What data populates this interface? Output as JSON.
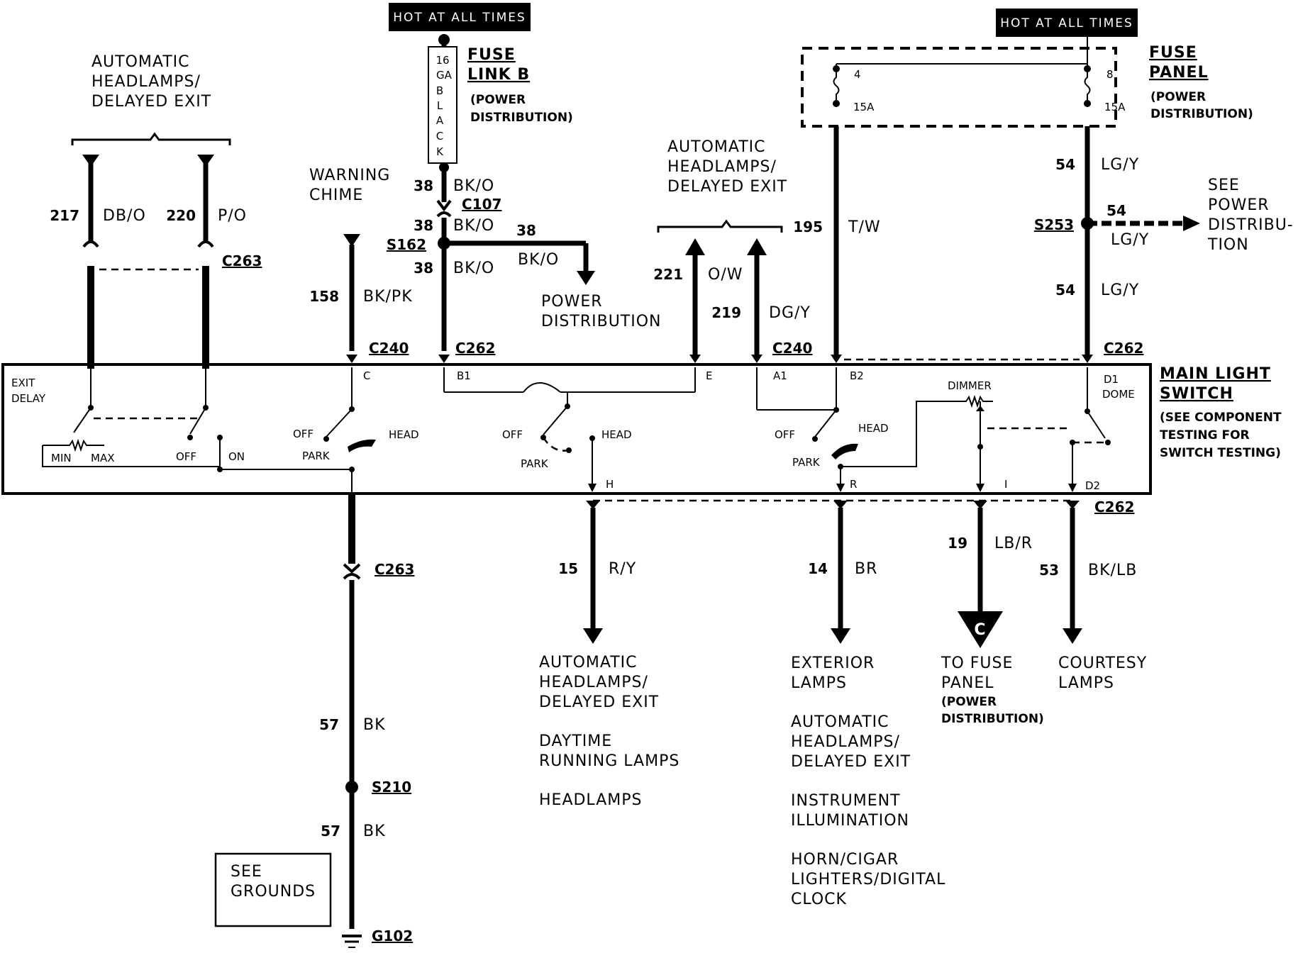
{
  "hot_at_all_times": [
    "HOT AT ALL TIMES",
    "HOT AT ALL TIMES"
  ],
  "fuse_link": {
    "gauge_chars": [
      "16",
      "GA",
      "B",
      "L",
      "A",
      "C",
      "K"
    ],
    "name_line1": "FUSE",
    "name_line2": "LINK B",
    "note_line1": "(POWER",
    "note_line2": "DISTRIBUTION)"
  },
  "fuse_panel": {
    "name_line1": "FUSE",
    "name_line2": "PANEL",
    "note_line1": "(POWER",
    "note_line2": "DISTRIBUTION)",
    "fuse_left_num": "4",
    "fuse_left_amp": "15A",
    "fuse_right_num": "8",
    "fuse_right_amp": "15A"
  },
  "component_labels": {
    "auto_headlamps_left": [
      "AUTOMATIC",
      "HEADLAMPS/",
      "DELAYED EXIT"
    ],
    "warning_chime": [
      "WARNING",
      "CHIME"
    ],
    "auto_headlamps_mid": [
      "AUTOMATIC",
      "HEADLAMPS/",
      "DELAYED EXIT"
    ],
    "power_distribution": [
      "POWER",
      "DISTRIBUTION"
    ],
    "see_power_distribution": [
      "SEE",
      "POWER",
      "DISTRIBU-",
      "TION"
    ],
    "main_light_switch": [
      "MAIN LIGHT",
      "SWITCH"
    ],
    "main_light_switch_note": [
      "(SEE COMPONENT",
      "TESTING FOR",
      "SWITCH TESTING)"
    ],
    "see_grounds": [
      "SEE",
      "GROUNDS"
    ]
  },
  "wires": {
    "w217": {
      "num": "217",
      "color": "DB/O"
    },
    "w220": {
      "num": "220",
      "color": "P/O"
    },
    "w158": {
      "num": "158",
      "color": "BK/PK"
    },
    "w38a": {
      "num": "38",
      "color": "BK/O"
    },
    "w38b": {
      "num": "38",
      "color": "BK/O"
    },
    "w38c": {
      "num": "38",
      "color": "BK/O"
    },
    "w38d": {
      "num": "38",
      "color": "BK/O"
    },
    "w221": {
      "num": "221",
      "color": "O/W"
    },
    "w219": {
      "num": "219",
      "color": "DG/Y"
    },
    "w195": {
      "num": "195",
      "color": "T/W"
    },
    "w54a": {
      "num": "54",
      "color": "LG/Y"
    },
    "w54b": {
      "num": "54",
      "color": "LG/Y"
    },
    "w54c": {
      "num": "54",
      "color": "LG/Y"
    },
    "w15": {
      "num": "15",
      "color": "R/Y"
    },
    "w14": {
      "num": "14",
      "color": "BR"
    },
    "w19": {
      "num": "19",
      "color": "LB/R"
    },
    "w53": {
      "num": "53",
      "color": "BK/LB"
    },
    "w57a": {
      "num": "57",
      "color": "BK"
    },
    "w57b": {
      "num": "57",
      "color": "BK"
    }
  },
  "connectors": {
    "c263_top": "C263",
    "c107": "C107",
    "s162": "S162",
    "c240_left": "C240",
    "c262_left": "C262",
    "c240_mid": "C240",
    "c262_right": "C262",
    "s253": "S253",
    "c262_bottom": "C262",
    "c263_bottom": "C263",
    "s210": "S210",
    "g102": "G102"
  },
  "switch": {
    "exit_delay": [
      "EXIT",
      "DELAY"
    ],
    "min": "MIN",
    "max": "MAX",
    "off1": "OFF",
    "on1": "ON",
    "pin_c": "C",
    "pin_b1": "B1",
    "pin_e": "E",
    "pin_a1": "A1",
    "pin_b2": "B2",
    "pin_d1": "D1",
    "dome": "DOME",
    "dimmer": "DIMMER",
    "off_a": "OFF",
    "head_a": "HEAD",
    "park_a": "PARK",
    "off_b": "OFF",
    "head_b": "HEAD",
    "park_b": "PARK",
    "off_c": "OFF",
    "head_c": "HEAD",
    "park_c": "PARK",
    "pin_h": "H",
    "pin_r": "R",
    "pin_i": "I",
    "pin_d2": "D2"
  },
  "destinations": {
    "d15": [
      "AUTOMATIC",
      "HEADLAMPS/",
      "DELAYED EXIT",
      "",
      "DAYTIME",
      "RUNNING LAMPS",
      "",
      "HEADLAMPS"
    ],
    "d14": [
      "EXTERIOR",
      "LAMPS",
      "",
      "AUTOMATIC",
      "HEADLAMPS/",
      "DELAYED EXIT",
      "",
      "INSTRUMENT",
      "ILLUMINATION",
      "",
      "HORN/CIGAR",
      "LIGHTERS/DIGITAL",
      "CLOCK"
    ],
    "d19": [
      "TO FUSE",
      "PANEL"
    ],
    "d19_note": [
      "(POWER",
      "DISTRIBUTION)"
    ],
    "d19_ref": "C",
    "d53": [
      "COURTESY",
      "LAMPS"
    ]
  }
}
